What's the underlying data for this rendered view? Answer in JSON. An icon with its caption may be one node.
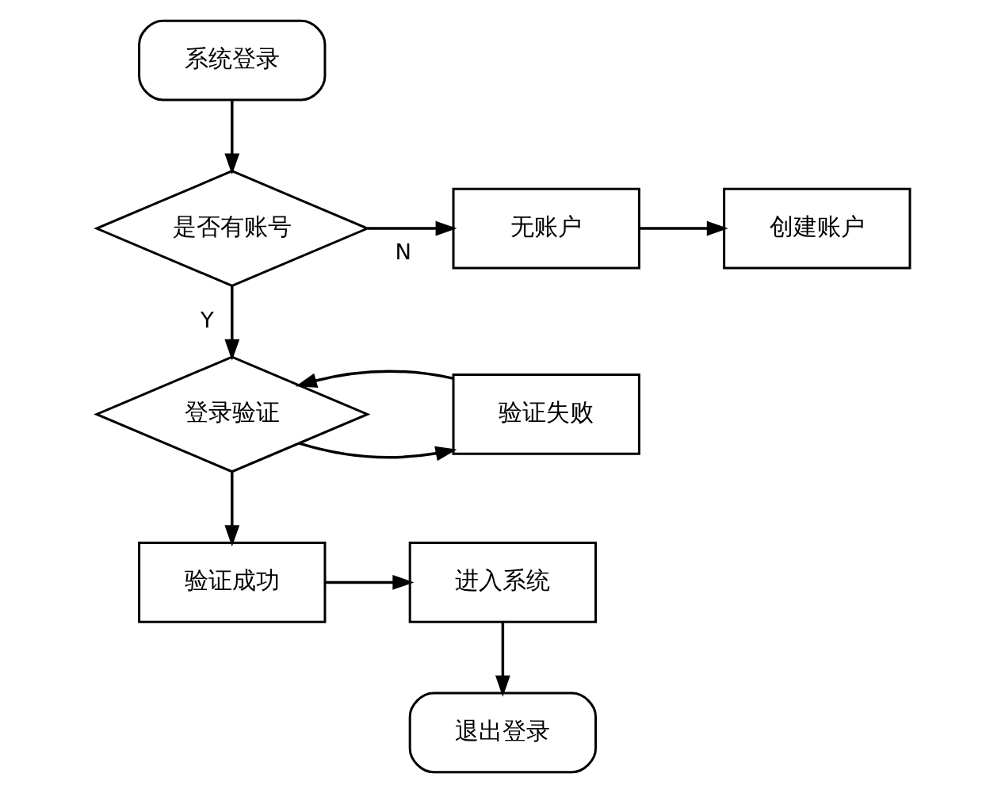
{
  "diagram": {
    "nodes": [
      {
        "text": [
          "系统登录"
        ]
      },
      {
        "text": [
          "是否有账号"
        ]
      },
      {
        "text": [
          "无账户"
        ]
      },
      {
        "text": [
          "创建账户"
        ]
      },
      {
        "text": [
          "登录验证"
        ]
      },
      {
        "text": [
          "验证失败"
        ]
      },
      {
        "text": [
          "验证成功"
        ]
      },
      {
        "text": [
          "进入系统"
        ]
      },
      {
        "text": [
          "退出登录"
        ]
      }
    ],
    "edges": [
      {
        "from": 0,
        "to": 1,
        "arrow": "to"
      },
      {
        "from": 1,
        "to": 2,
        "arrow": "to",
        "label": "N"
      },
      {
        "from": 2,
        "to": 3,
        "arrow": "to"
      },
      {
        "from": 1,
        "to": 4,
        "arrow": "to",
        "label": "Y"
      },
      {
        "from": 4,
        "to": 5,
        "arrow": "to"
      },
      {
        "from": 5,
        "to": 4,
        "arrow": "to"
      },
      {
        "from": 4,
        "to": 6,
        "arrow": "to"
      },
      {
        "from": 6,
        "to": 7,
        "arrow": "to"
      },
      {
        "from": 7,
        "to": 8,
        "arrow": "to"
      }
    ]
  }
}
